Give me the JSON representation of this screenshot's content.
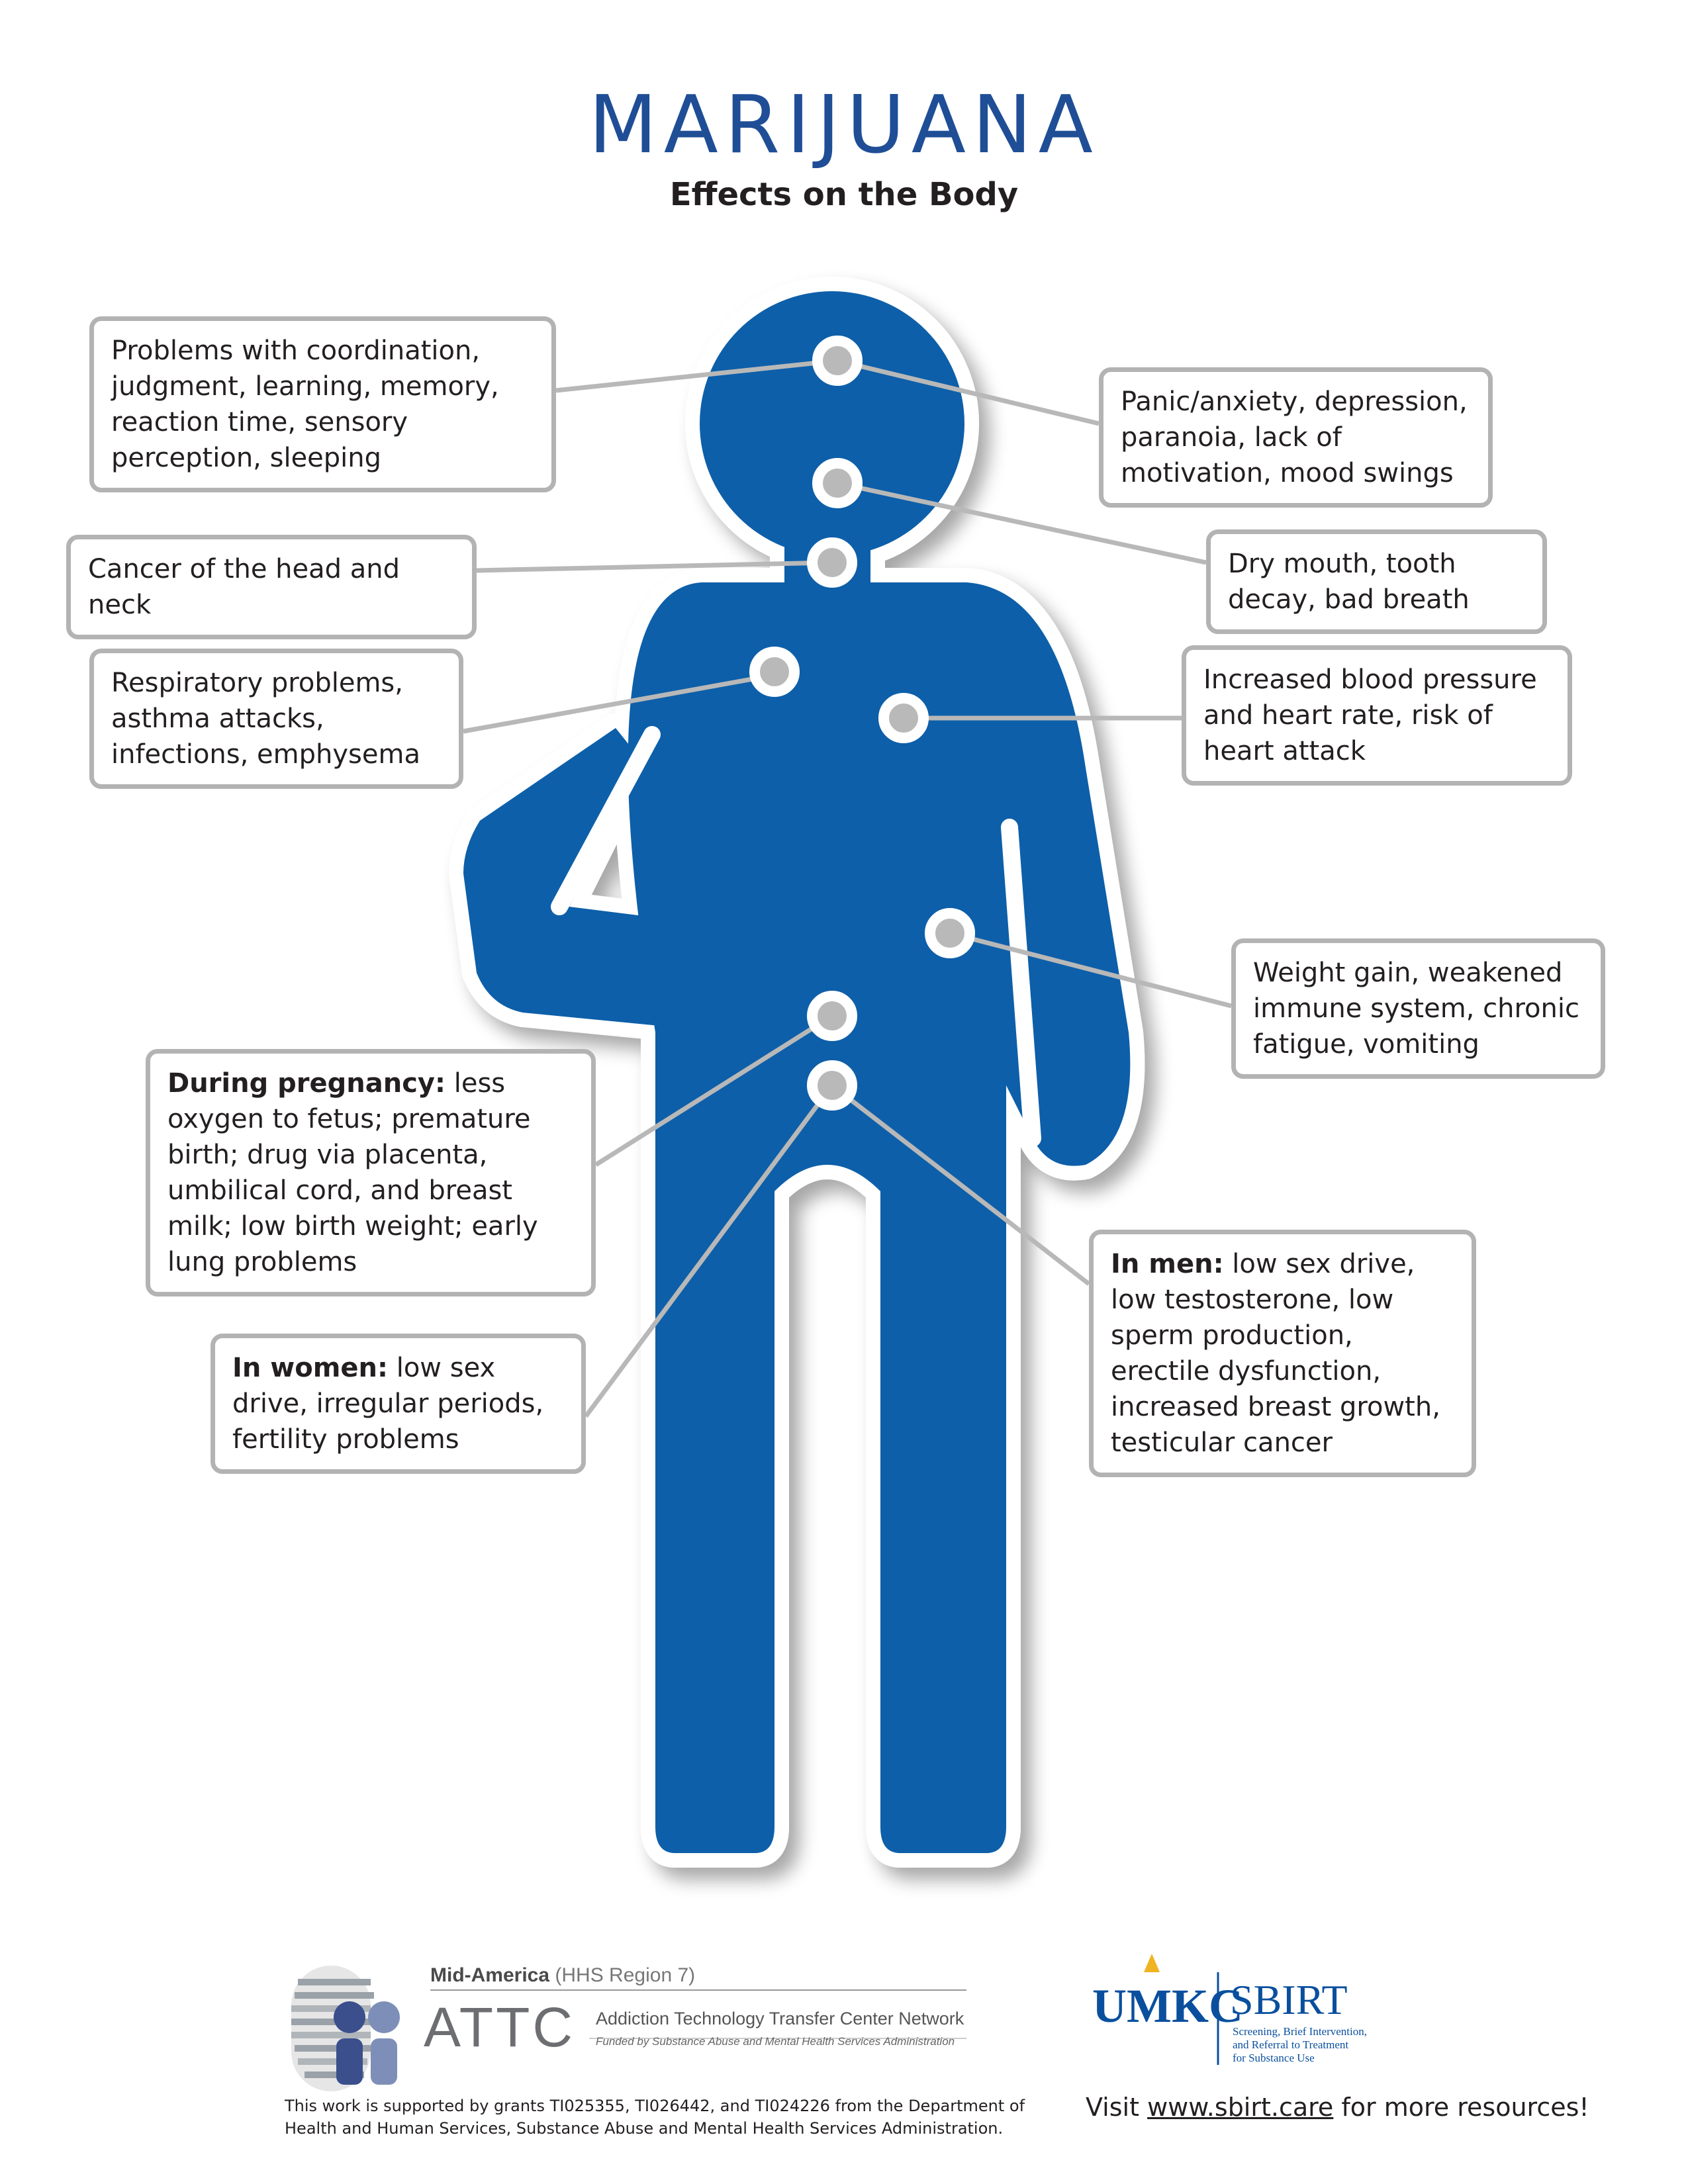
{
  "header": {
    "title": "MARIJUANA",
    "subtitle": "Effects on the Body"
  },
  "colors": {
    "figure_blue": "#0a5fa9",
    "title_blue": "#1f4e96",
    "box_border": "#b3b3b3",
    "connector_gray": "#b8b8b8"
  },
  "callouts": {
    "brain": {
      "text": "Problems with coordination, judgment, learning, memory, reaction time, sensory perception, sleeping"
    },
    "mental": {
      "text": "Panic/anxiety, depression, paranoia, lack of motivation, mood swings"
    },
    "mouth": {
      "text": "Dry mouth, tooth decay, bad breath"
    },
    "neck": {
      "text": "Cancer of the head and neck"
    },
    "lungs": {
      "text": "Respiratory problems, asthma attacks, infections, emphysema"
    },
    "heart": {
      "text": "Increased blood pressure and heart rate, risk of heart attack"
    },
    "stomach": {
      "text": "Weight gain, weakened immune system, chronic fatigue, vomiting"
    },
    "pregnancy": {
      "label": "During pregnancy:",
      "text": " less oxygen to fetus; premature birth; drug via placenta, umbilical cord, and breast milk; low birth weight; early lung problems"
    },
    "women": {
      "label": "In women:",
      "text": " low sex drive, irregular periods, fertility problems"
    },
    "men": {
      "label": "In men:",
      "text": " low sex drive, low testosterone, low sperm production, erectile dysfunction, increased breast growth, testicular cancer"
    }
  },
  "footer": {
    "attc_region": "Mid-America",
    "attc_region_note": "(HHS Region 7)",
    "attc_name": "ATTC",
    "attc_network": "Addiction Technology Transfer Center Network",
    "attc_funding": "Funded by Substance Abuse and Mental Health Services Administration",
    "grant_line1": "This work is supported by grants TI025355, TI026442, and TI024226 from the Department of",
    "grant_line2": "Health and Human Services, Substance Abuse and Mental Health Services Administration.",
    "umkc": "UMKC",
    "sbirt": "SBIRT",
    "sbirt_line1": "Screening, Brief Intervention,",
    "sbirt_line2": "and Referral to Treatment",
    "sbirt_line3": "for Substance Use",
    "visit_prefix": "Visit ",
    "visit_link": "www.sbirt.care",
    "visit_suffix": " for more resources!"
  }
}
